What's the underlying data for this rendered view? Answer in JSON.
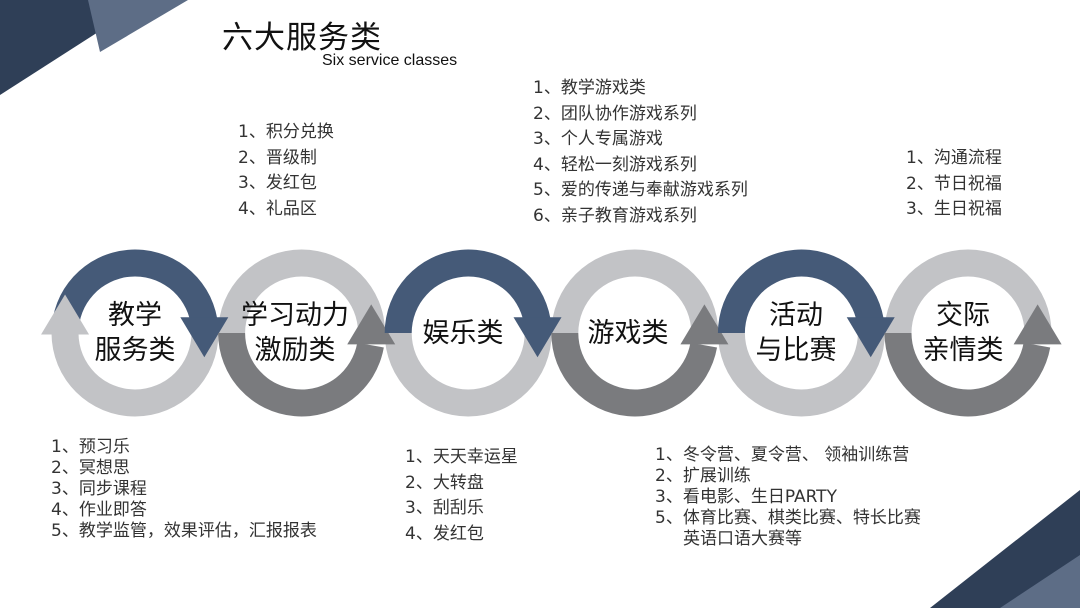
{
  "header": {
    "title": "六大服务类",
    "subtitle": "Six service classes"
  },
  "colors": {
    "dark": "#455a78",
    "light": "#c2c3c6",
    "mid": "#7a7b7e",
    "deco_dark": "#2f3f57",
    "deco_light": "#5d6d86"
  },
  "categories": [
    {
      "label": [
        "教学",
        "服务类"
      ],
      "items": [
        "1、预习乐",
        "2、冥想思",
        "3、同步课程",
        "4、作业即答",
        "5、教学监管，效果评估，汇报报表"
      ],
      "items_position": "below"
    },
    {
      "label": [
        "学习动力",
        "激励类"
      ],
      "items": [
        "1、积分兑换",
        "2、晋级制",
        "3、发红包",
        "4、礼品区"
      ],
      "items_position": "above"
    },
    {
      "label": [
        "娱乐类"
      ],
      "items": [
        "1、天天幸运星",
        "2、大转盘",
        "3、刮刮乐",
        "4、发红包"
      ],
      "items_position": "below"
    },
    {
      "label": [
        "游戏类"
      ],
      "items": [
        "1、教学游戏类",
        "2、团队协作游戏系列",
        "3、个人专属游戏",
        "4、轻松一刻游戏系列",
        "5、爱的传递与奉献游戏系列",
        "6、亲子教育游戏系列"
      ],
      "items_position": "above"
    },
    {
      "label": [
        "活动",
        "与比赛"
      ],
      "items": [
        "1、冬令营、夏令营、 领袖训练营",
        "2、扩展训练",
        "3、看电影、生日PARTY",
        "5、体育比赛、棋类比赛、特长比赛"
      ],
      "items_extra": "英语口语大赛等",
      "items_position": "below"
    },
    {
      "label": [
        "交际",
        "亲情类"
      ],
      "items": [
        "1、沟通流程",
        "2、节日祝福",
        "3、生日祝福"
      ],
      "items_position": "above"
    }
  ]
}
